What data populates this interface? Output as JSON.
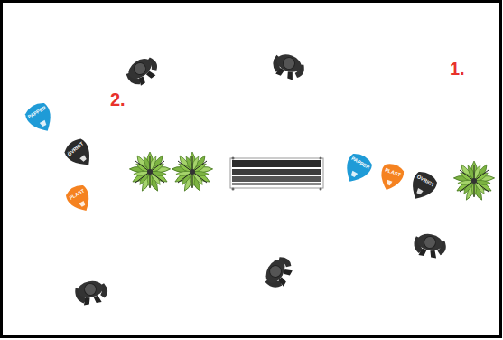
{
  "diagram": {
    "nodes": [
      {
        "text": [
          "PAPPER"
        ]
      },
      {
        "text": [
          "ÖVRIGT"
        ]
      },
      {
        "text": [
          "PLAST"
        ]
      },
      {
        "text": [
          "PAPPER"
        ]
      },
      {
        "text": [
          "PLAST"
        ]
      },
      {
        "text": [
          "ÖVRIGT"
        ]
      }
    ],
    "labels": [
      "1.",
      "2."
    ]
  }
}
